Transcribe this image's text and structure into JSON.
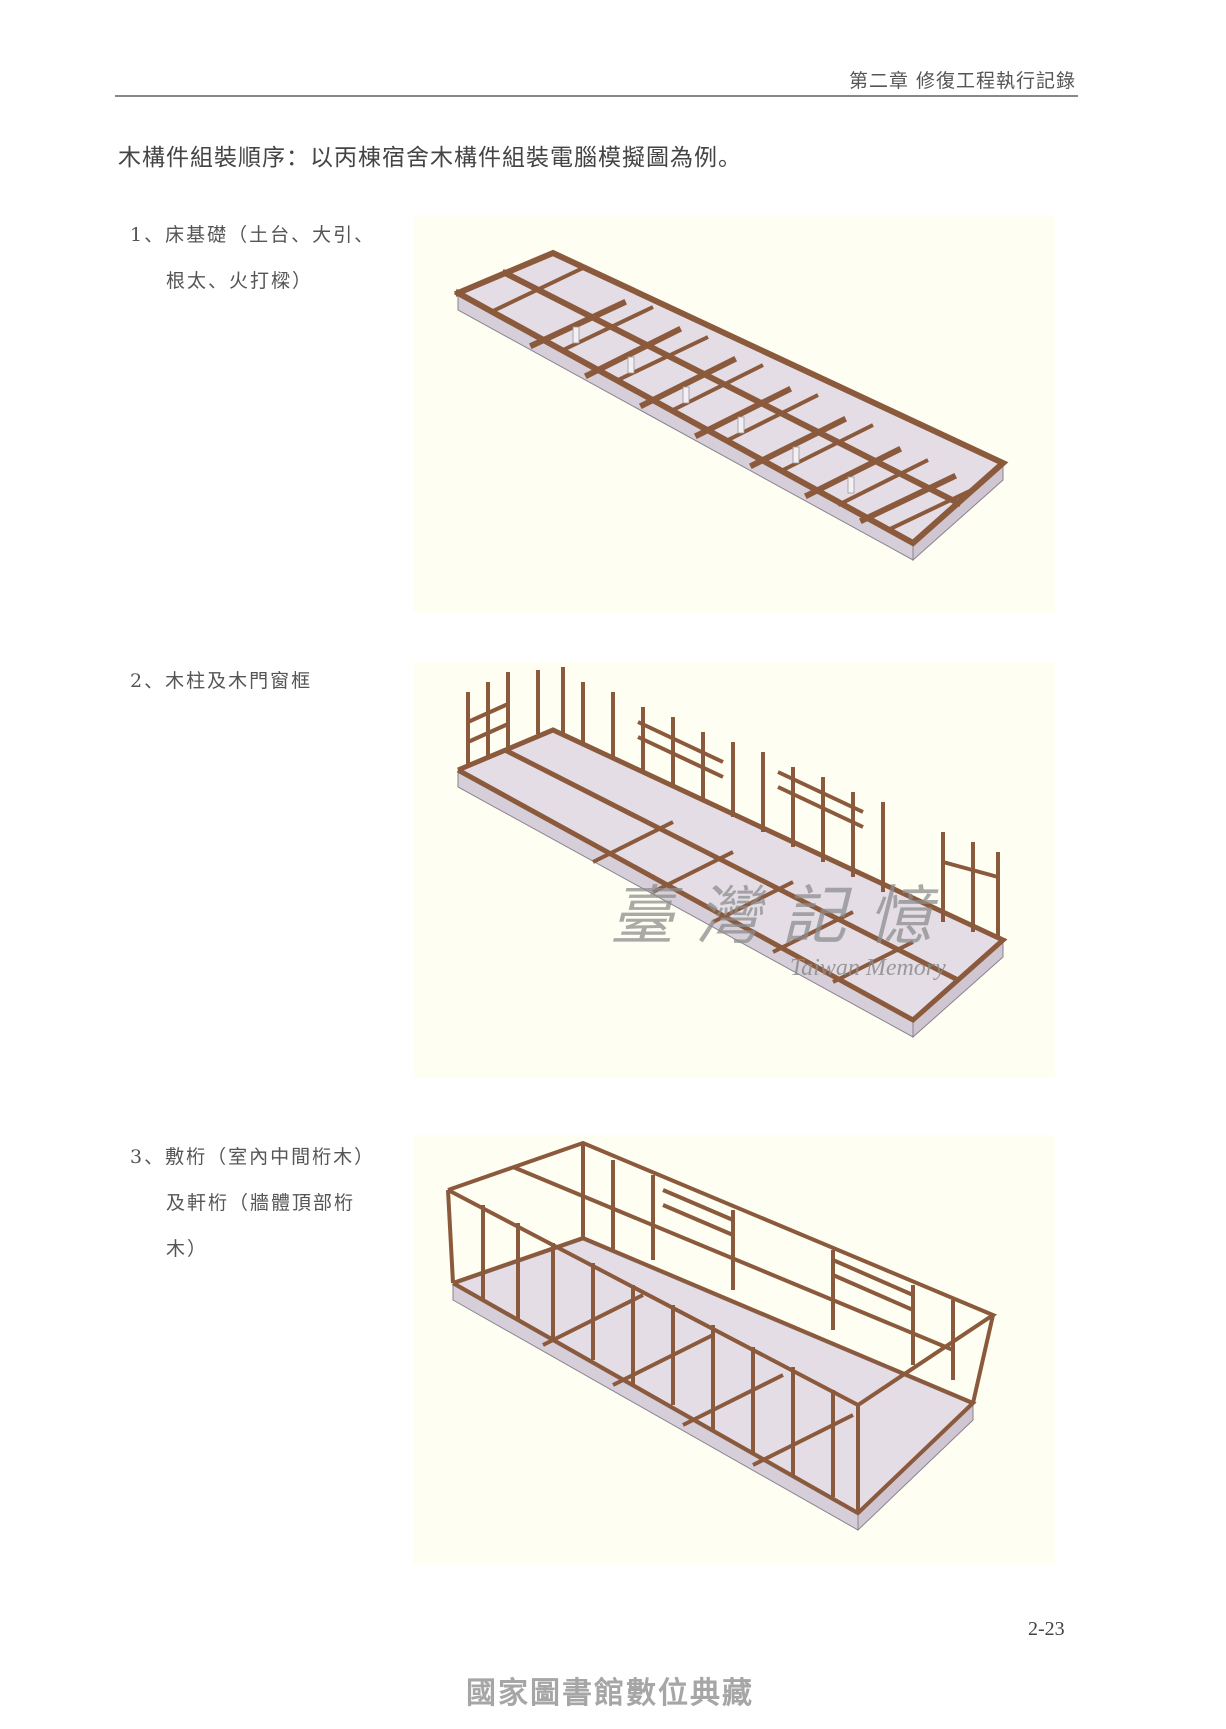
{
  "header": {
    "chapter_title": "第二章  修復工程執行記錄"
  },
  "page_heading": "木構件組裝順序：以丙棟宿舍木構件組裝電腦模擬圖為例。",
  "steps": [
    {
      "lines": [
        "1、床基礎（土台、大引、",
        "根太、火打樑）"
      ],
      "figure": "床基礎木構件組裝模擬圖"
    },
    {
      "lines": [
        "2、木柱及木門窗框"
      ],
      "figure": "木柱及木門窗框組裝模擬圖"
    },
    {
      "lines": [
        "3、敷桁（室內中間桁木）",
        "及軒桁（牆體頂部桁",
        "木）"
      ],
      "figure": "敷桁及軒桁組裝模擬圖"
    }
  ],
  "watermark": {
    "zh": "臺灣記憶",
    "en": "Taiwan Memory"
  },
  "page_number": "2-23",
  "footer": "國家圖書館數位典藏",
  "colors": {
    "panel_bg": "#fffef2",
    "timber": "#8b5a3c",
    "foundation": "#e4dde6",
    "rule": "#888888"
  }
}
